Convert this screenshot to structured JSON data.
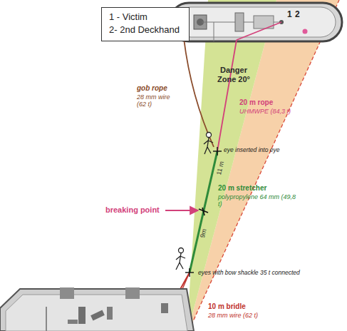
{
  "diagram": {
    "nodes": [
      {
        "text": [
          "1 - Victim",
          "2- 2nd Deckhand"
        ]
      }
    ],
    "labels": [
      "1",
      "2",
      "Danger Zone 20°",
      "gob rope",
      "28 mm wire (62 t)",
      "20 m rope",
      "UHMWPE (84,3 t)",
      "eye inserted into eye",
      "11 m",
      "20 m stretcher",
      "polypropylene 64 mm (49,8 t)",
      "breaking point",
      "9m",
      "eyes with bow shackle 35 t connected",
      "10 m bridle",
      "28 mm wire (62 t)"
    ]
  }
}
